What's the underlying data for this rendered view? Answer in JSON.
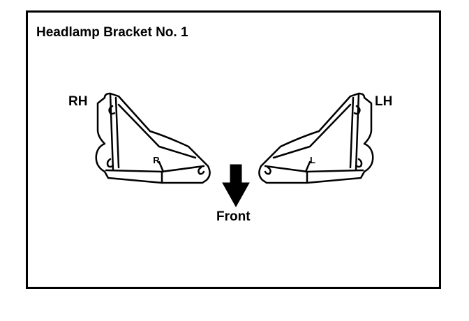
{
  "title": "Headlamp Bracket No. 1",
  "labels": {
    "rh": "RH",
    "lh": "LH",
    "front": "Front"
  },
  "bracket_marks": {
    "right": "R",
    "left": "L"
  }
}
